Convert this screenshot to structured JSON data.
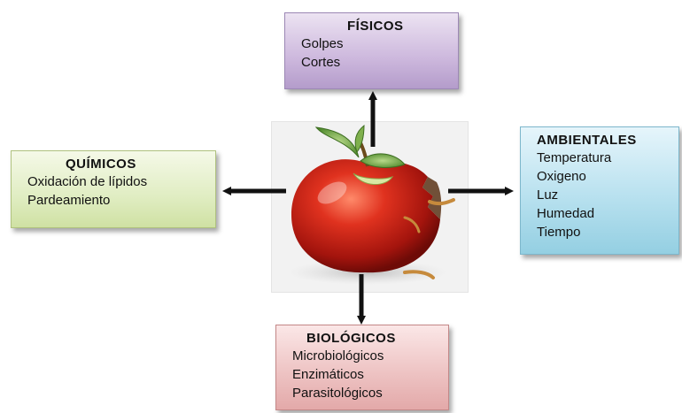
{
  "boxes": {
    "fisicos": {
      "title": "FÍSICOS",
      "items": [
        "Golpes",
        "Cortes"
      ]
    },
    "quimicos": {
      "title": "QUÍMICOS",
      "items": [
        "Oxidación de lípidos",
        "Pardeamiento"
      ]
    },
    "ambientales": {
      "title": "AMBIENTALES",
      "items": [
        "Temperatura",
        "Oxigeno",
        "Luz",
        "Humedad",
        "Tiempo"
      ]
    },
    "biologicos": {
      "title": "BIOLÓGICOS",
      "items": [
        "Microbiológicos",
        "Enzimáticos",
        "Parasitológicos"
      ]
    }
  },
  "colors": {
    "fisicos": "#cdb8dd",
    "quimicos": "#e0edc2",
    "ambientales": "#b8e1ef",
    "biologicos": "#eec4c4",
    "arrow": "#111111",
    "apple": "#c8241a"
  },
  "center_image": "apple-icon"
}
